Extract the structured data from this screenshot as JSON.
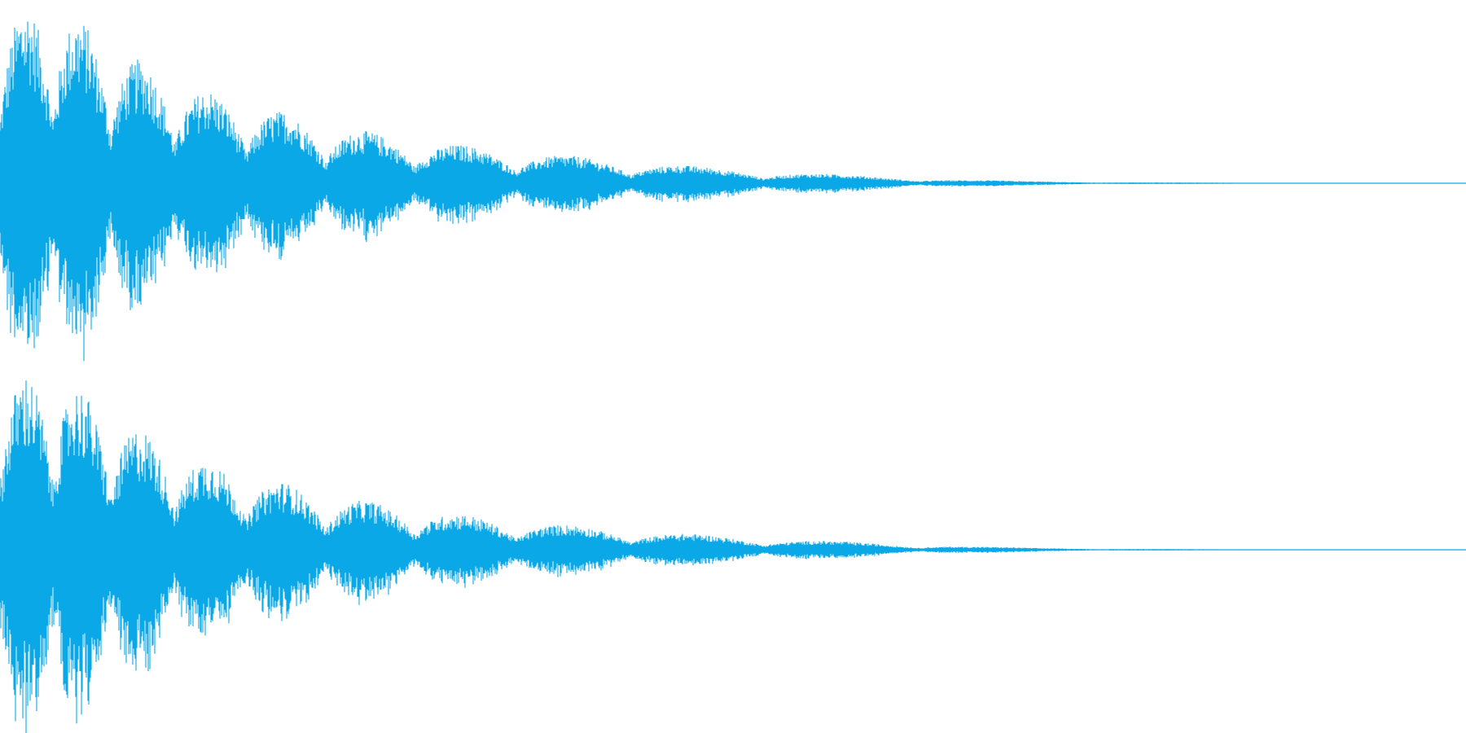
{
  "colors": {
    "background": "#ffffff",
    "waveform": "#0aa8e6"
  },
  "waveform": {
    "channels": [
      {
        "name": "",
        "duration_fraction_visible": 1.0,
        "signal_end_fraction": 0.915,
        "envelope_peaks": [
          0.98,
          0.98,
          0.72,
          0.54,
          0.44,
          0.34,
          0.27,
          0.22,
          0.18,
          0.15,
          0.12,
          0.09,
          0.07,
          0.05,
          0.035,
          0.02,
          0.012,
          0.008,
          0.005,
          0.003,
          0.002,
          0.001
        ]
      },
      {
        "name": "",
        "duration_fraction_visible": 1.0,
        "signal_end_fraction": 0.885,
        "envelope_peaks": [
          0.98,
          0.96,
          0.7,
          0.52,
          0.41,
          0.31,
          0.25,
          0.2,
          0.16,
          0.13,
          0.1,
          0.08,
          0.06,
          0.045,
          0.03,
          0.018,
          0.01,
          0.007,
          0.004,
          0.002,
          0.001
        ]
      }
    ]
  }
}
